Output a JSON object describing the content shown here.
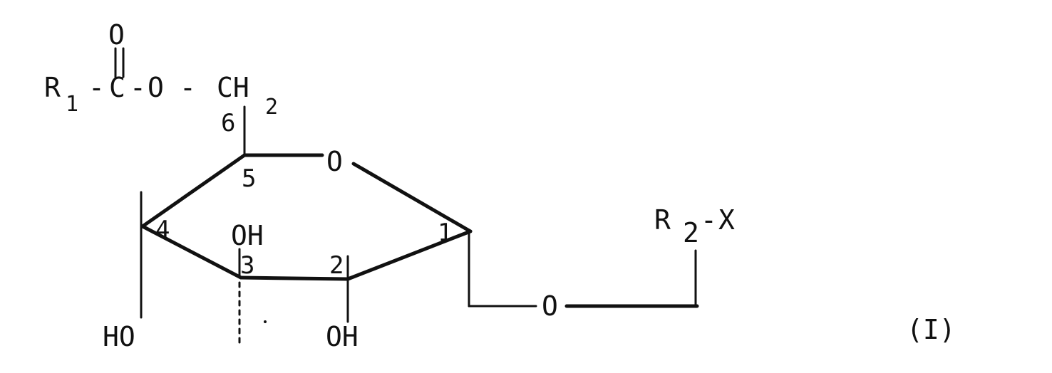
{
  "formula": {
    "label": "(I)",
    "groups": {
      "r1": "R",
      "r1_sub": "1",
      "dash_a": "-",
      "carbon": "C",
      "dash_b": "-",
      "ester_o": "O",
      "dash_c": "-",
      "ch": "CH",
      "ch_sub": "2",
      "carbonyl_o": "O",
      "ring_o": "O",
      "glyco_o": "O",
      "r2": "R",
      "r2_sub": "2",
      "r2_dash": "-",
      "x": "X",
      "oh_c3": "OH",
      "oh_c2": "OH",
      "ho_c4": "HO"
    },
    "positions": {
      "c1": "1",
      "c2": "2",
      "c3": "3",
      "c4": "4",
      "c5": "5",
      "c6": "6"
    }
  },
  "colors": {
    "ink": "#111111",
    "paper": "#ffffff"
  }
}
